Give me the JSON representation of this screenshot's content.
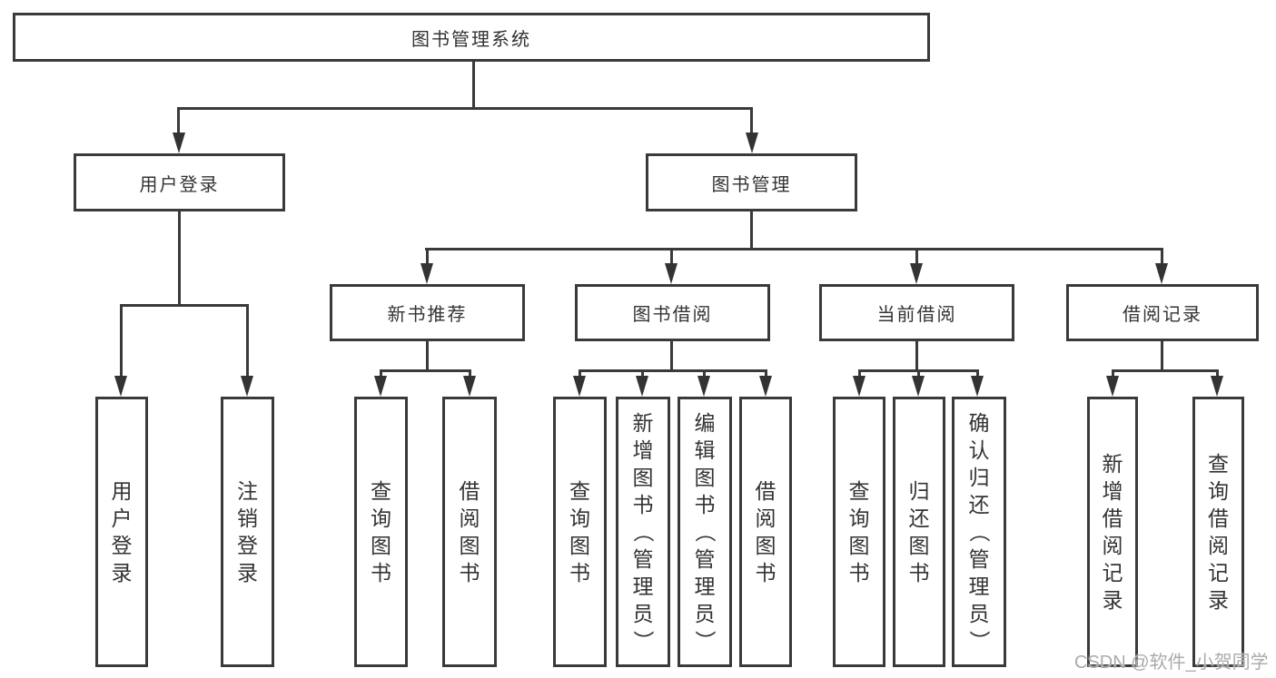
{
  "diagram_title": "图书管理系统",
  "nodes": {
    "root": "图书管理系统",
    "userLogin": "用户登录",
    "bookMgmt": "图书管理",
    "newBookRec": "新书推荐",
    "bookBorrow": "图书借阅",
    "currentBorrow": "当前借阅",
    "borrowRecords": "借阅记录",
    "leafUserLogin": "用户登录",
    "leafLogout": "注销登录",
    "leafQueryBooksA": "查询图书",
    "leafBorrowBooksA": "借阅图书",
    "leafQueryBooksB": "查询图书",
    "leafAddBooks": "新增图书（管理员）",
    "leafEditBooks": "编辑图书（管理员）",
    "leafBorrowBooksB": "借阅图书",
    "leafQueryBooksC": "查询图书",
    "leafReturnBooks": "归还图书",
    "leafConfirmReturn": "确认归还（管理员）",
    "leafAddBorrowRecord": "新增借阅记录",
    "leafQueryBorrowRecord": "查询借阅记录"
  },
  "hierarchy": {
    "图书管理系统": {
      "用户登录": [
        "用户登录",
        "注销登录"
      ],
      "图书管理": {
        "新书推荐": [
          "查询图书",
          "借阅图书"
        ],
        "图书借阅": [
          "查询图书",
          "新增图书（管理员）",
          "编辑图书（管理员）",
          "借阅图书"
        ],
        "当前借阅": [
          "查询图书",
          "归还图书",
          "确认归还（管理员）"
        ],
        "借阅记录": [
          "新增借阅记录",
          "查询借阅记录"
        ]
      }
    }
  },
  "watermark": "CSDN @软件_小贺同学",
  "colors": {
    "background": "#ffffff",
    "box_border": "#3a3a3a",
    "connector_line": "#3a3a3a",
    "arrow": "#333333",
    "text": "#333333",
    "watermark": "#ababab"
  }
}
